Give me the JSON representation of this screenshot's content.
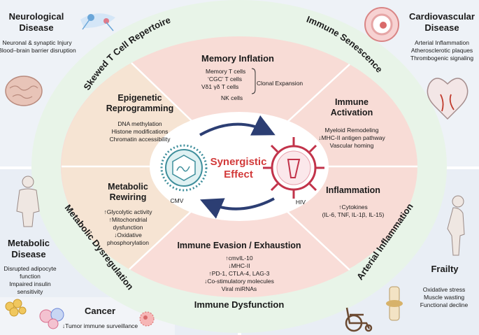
{
  "colors": {
    "corner_bg": "#e9eef5",
    "outer_ring": "#eaf5ea",
    "segment": "#f8dcd6",
    "segment_alt": "#f6e4d3",
    "line": "#ffffff",
    "red_text": "#d23a3a",
    "arrow": "#2c3e73",
    "cmv": "#3f8f9c",
    "hiv": "#c2334a"
  },
  "corners": {
    "neuro": {
      "title1": "Neurological",
      "title2": "Disease",
      "d1": "Neuronal & synaptic Injury",
      "d2": "Blood–brain barrier disruption"
    },
    "cardio": {
      "title1": "Cardiovascular",
      "title2": "Disease",
      "d1": "Arterial Inflammation",
      "d2": "Atherosclerotic plaques",
      "d3": "Thrombogenic signaling"
    },
    "metabolic": {
      "title1": "Metabolic",
      "title2": "Disease",
      "d1": "Disrupted adipocyte",
      "d2": "function",
      "d3": "Impaired insulin",
      "d4": "sensitivity"
    },
    "cancer": {
      "title": "Cancer",
      "d1": "↓Tumor immune surveillance"
    },
    "frailty": {
      "title": "Frailty",
      "d1": "Oxidative stress",
      "d2": "Muscle wasting",
      "d3": "Functional decline"
    }
  },
  "ring_labels": {
    "skewed": "Skewed T Cell Repertoire",
    "senescence": "Immune Senescence",
    "dysregulation": "Metabolic Dysregulation",
    "arterial": "Arterial Inflammation",
    "dysfunction": "Immune  Dysfunction"
  },
  "segments": {
    "memory": {
      "title": "Memory Inflation",
      "l1": "Memory  T cells",
      "l2": "‘CGC’    T cells",
      "l3": "Vδ1 γδ   T cells",
      "l4": "NK cells",
      "bracket": "Clonal Expansion"
    },
    "epigenetic": {
      "title1": "Epigenetic",
      "title2": "Reprogramming",
      "l1": "DNA methylation",
      "l2": "Histone modifications",
      "l3": "Chromatin accessibility"
    },
    "activation": {
      "title1": "Immune",
      "title2": "Activation",
      "l1": "Myeloid Remodeling",
      "l2": "↓MHC-II antigen pathway",
      "l3": "Vascular homing"
    },
    "metabolic": {
      "title1": "Metabolic",
      "title2": "Rewiring",
      "l1": "↑Glycolytic activity",
      "l2": "↑Mitochondrial",
      "l3": "dysfunction",
      "l4": "↓Oxidative",
      "l5": "phosphorylation"
    },
    "inflammation": {
      "title": "Inflammation",
      "l1": "↑Cytokines",
      "l2": "(IL-6, TNF, IL-1β, IL-15)"
    },
    "evasion": {
      "title": "Immune Evasion / Exhaustion",
      "l1": "↑cmvIL-10",
      "l2": "↓MHC-II",
      "l3": "↑PD-1, CTLA-4, LAG-3",
      "l4": "↓Co-stimulatory molecules",
      "l5": "Viral miRNAs"
    }
  },
  "center": {
    "line1": "Synergistic",
    "line2": "Effect",
    "cmv": "CMV",
    "hiv": "HIV"
  },
  "icons": [
    "neurons-icon",
    "brain-icon",
    "artery-icon",
    "heart-icon",
    "body-silhouette-icon",
    "fat-cells-icon",
    "immune-cells-icon",
    "tumor-cell-icon",
    "elderly-person-icon",
    "knee-joint-icon",
    "wheelchair-icon",
    "cmv-virus-icon",
    "hiv-virus-icon"
  ]
}
